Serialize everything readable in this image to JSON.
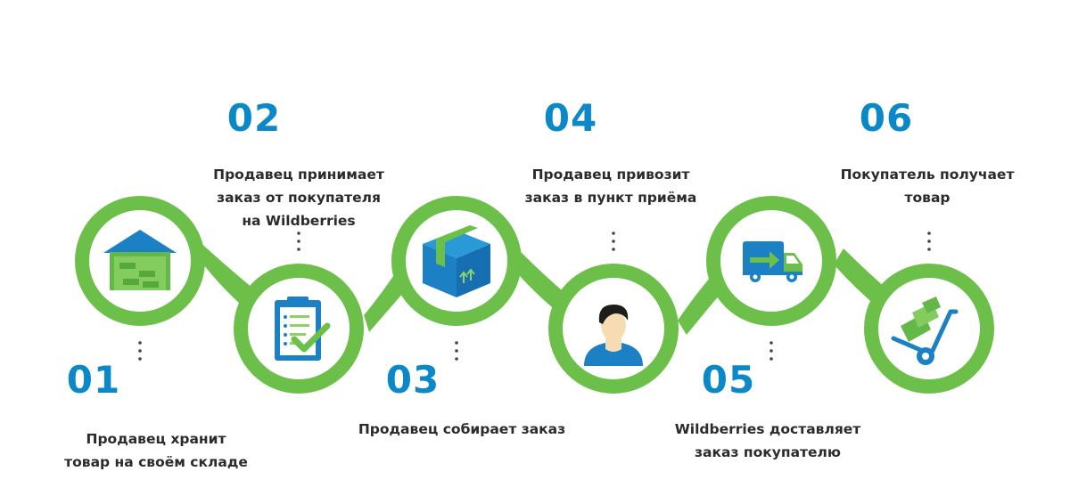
{
  "colors": {
    "chain": "#6cc04a",
    "number": "#0b88c8",
    "text": "#2b2b2b",
    "dots": "#444444"
  },
  "steps": [
    {
      "number": "01",
      "label": "Продавец хранит\nтовар на своём складе",
      "icon": "warehouse-icon"
    },
    {
      "number": "02",
      "label": "Продавец принимает\nзаказ от покупателя\nна Wildberries",
      "icon": "clipboard-check-icon"
    },
    {
      "number": "03",
      "label": "Продавец собирает заказ",
      "icon": "box-icon"
    },
    {
      "number": "04",
      "label": "Продавец привозит\nзаказ в пункт приёма",
      "icon": "person-icon"
    },
    {
      "number": "05",
      "label": "Wildberries доставляет\nзаказ покупателю",
      "icon": "truck-icon"
    },
    {
      "number": "06",
      "label": "Покупатель получает\nтовар",
      "icon": "hand-cart-icon"
    }
  ]
}
